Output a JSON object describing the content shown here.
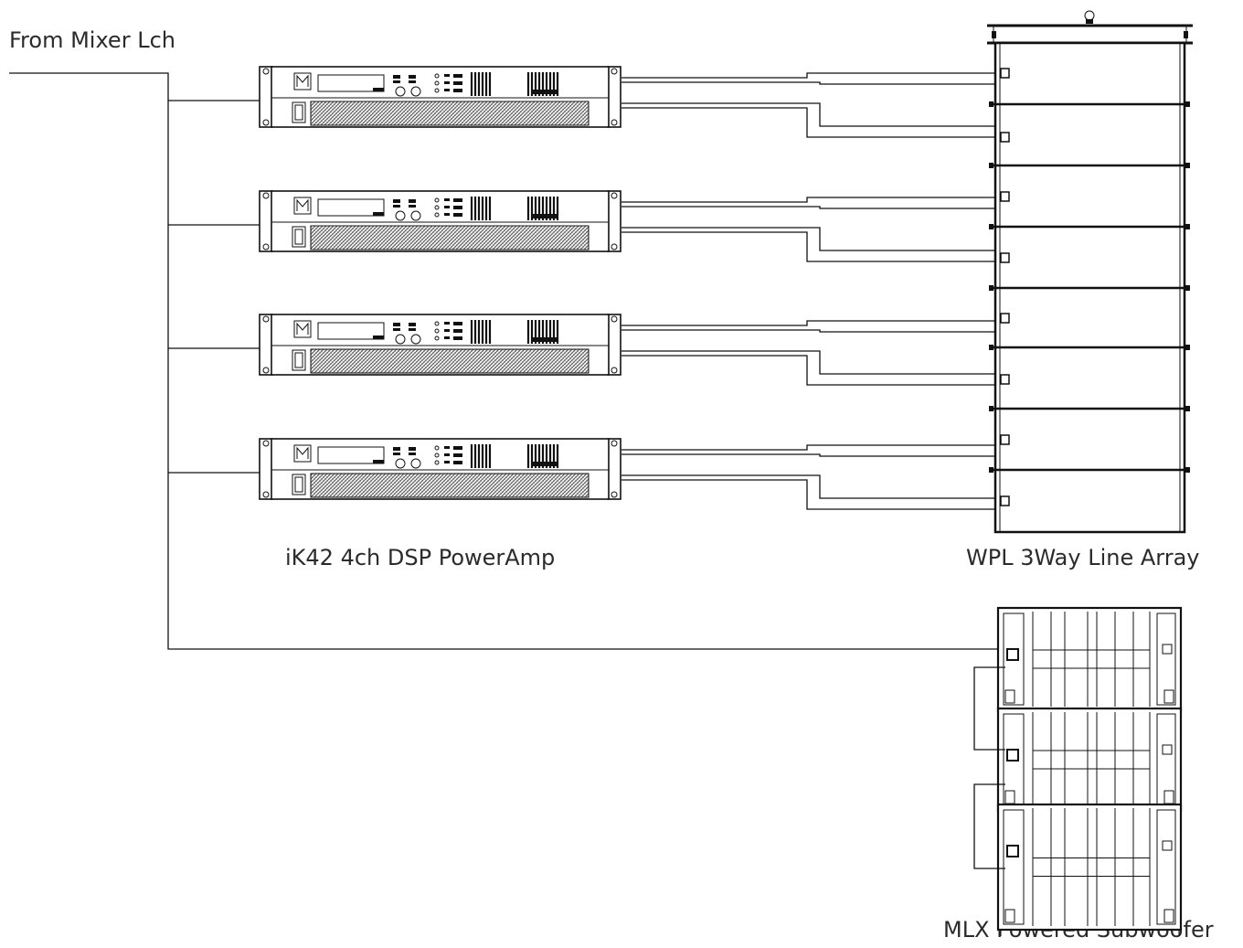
{
  "labels": {
    "source": "From Mixer Lch",
    "amplifier": "iK42 4ch DSP PowerAmp",
    "line_array": "WPL 3Way Line Array",
    "subwoofer": "MLX Powered Subwoofer"
  },
  "amplifiers": [
    {
      "name": "amp-1"
    },
    {
      "name": "amp-2"
    },
    {
      "name": "amp-3"
    },
    {
      "name": "amp-4"
    }
  ],
  "colors": {
    "line": "#111111",
    "text": "#2b2b2b",
    "grille": "#555555"
  }
}
